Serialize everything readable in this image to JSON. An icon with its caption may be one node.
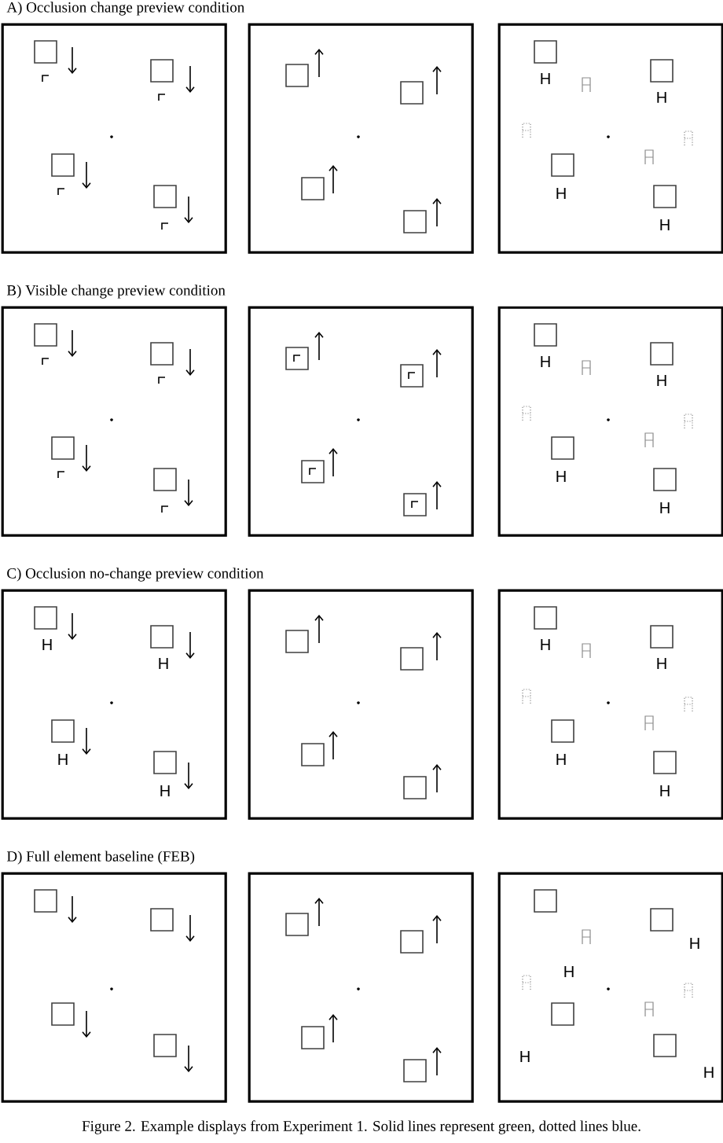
{
  "diagram": {
    "caption": "Figure 2. Example displays from Experiment 1. Solid lines represent green, dotted lines blue.",
    "nodes": [
      {
        "text": [],
        "shape": "box"
      },
      {
        "text": [],
        "shape": "box"
      },
      {
        "text": [
          "H",
          "H",
          "H",
          "H"
        ]
      },
      {
        "text": [],
        "shape": "box"
      },
      {
        "text": [],
        "shape": "box"
      },
      {
        "text": [
          "H",
          "H",
          "H",
          "H"
        ]
      },
      {
        "text": [
          "H",
          "H",
          "H",
          "H"
        ]
      },
      {
        "text": [],
        "shape": "box"
      },
      {
        "text": [
          "H",
          "H",
          "H",
          "H"
        ]
      },
      {
        "text": [],
        "shape": "box"
      },
      {
        "text": [],
        "shape": "box"
      },
      {
        "text": [
          "H",
          "H",
          "H",
          "H"
        ]
      }
    ],
    "labels": [
      "A) Occlusion change preview condition",
      "B) Visible change preview condition",
      "C) Occlusion no-change preview condition",
      "D) Full element baseline (FEB)"
    ]
  }
}
